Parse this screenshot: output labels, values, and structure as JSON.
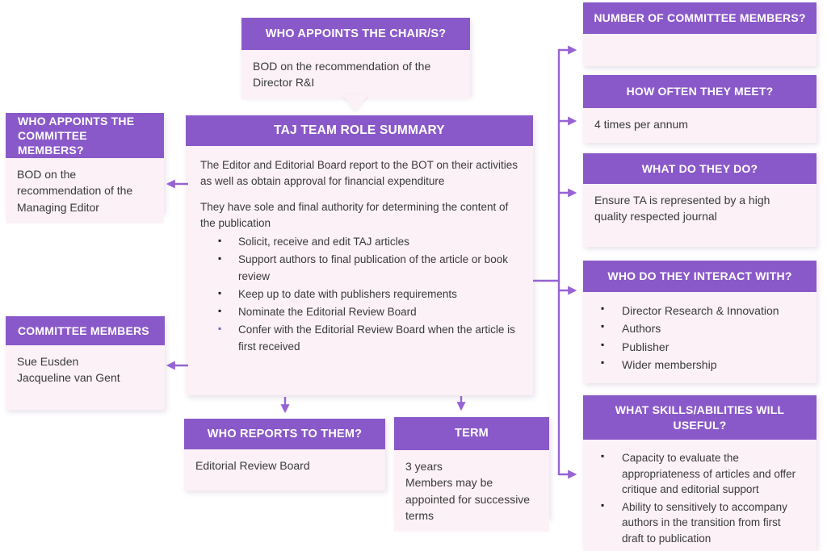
{
  "colors": {
    "header_bg": "#8A59C9",
    "body_bg": "#FBF1F6",
    "arrow": "#9663D4",
    "text": "#3A3A3A",
    "header_text": "#FFFFFF"
  },
  "boxes": {
    "chair": {
      "title": "WHO APPOINTS THE CHAIR/S?",
      "body": "BOD on the recommendation of the Director R&I"
    },
    "main": {
      "title": "TAJ TEAM ROLE SUMMARY",
      "para1": "The Editor and Editorial Board report to the BOT on their activities as well as obtain approval for financial expenditure",
      "para2": "They have sole and final authority for determining the content of the publication",
      "bullets": [
        "Solicit, receive and edit TAJ articles",
        "Support authors to final publication of the article or book review",
        "Keep up to date with publishers requirements",
        "Nominate the Editorial Review Board",
        "Confer with the Editorial Review Board when the article is first received"
      ]
    },
    "who_appoints_members": {
      "title": "WHO APPOINTS THE COMMITTEE MEMBERS?",
      "body": "BOD on the recommendation of the Managing Editor"
    },
    "committee_members": {
      "title": "COMMITTEE MEMBERS",
      "members": [
        "Sue Eusden",
        "Jacqueline van Gent"
      ]
    },
    "reports": {
      "title": "WHO REPORTS TO THEM?",
      "body": "Editorial Review Board"
    },
    "term": {
      "title": "TERM",
      "lines": [
        "3 years",
        "Members may be appointed for successive terms"
      ]
    },
    "number": {
      "title": "NUMBER OF COMMITTEE MEMBERS?",
      "body": ""
    },
    "meet": {
      "title": "HOW OFTEN THEY MEET?",
      "body": "4 times per annum"
    },
    "what_do": {
      "title": "WHAT DO THEY DO?",
      "body": "Ensure TA is represented by a high quality respected journal"
    },
    "interact": {
      "title": "WHO DO THEY INTERACT WITH?",
      "bullets": [
        "Director Research & Innovation",
        "Authors",
        "Publisher",
        "Wider membership"
      ]
    },
    "skills": {
      "title": "WHAT SKILLS/ABILITIES WILL USEFUL?",
      "bullets": [
        "Capacity to evaluate the appropriateness of articles and offer critique and editorial support",
        "Ability to sensitively to accompany authors in the transition from first draft to publication"
      ]
    }
  }
}
